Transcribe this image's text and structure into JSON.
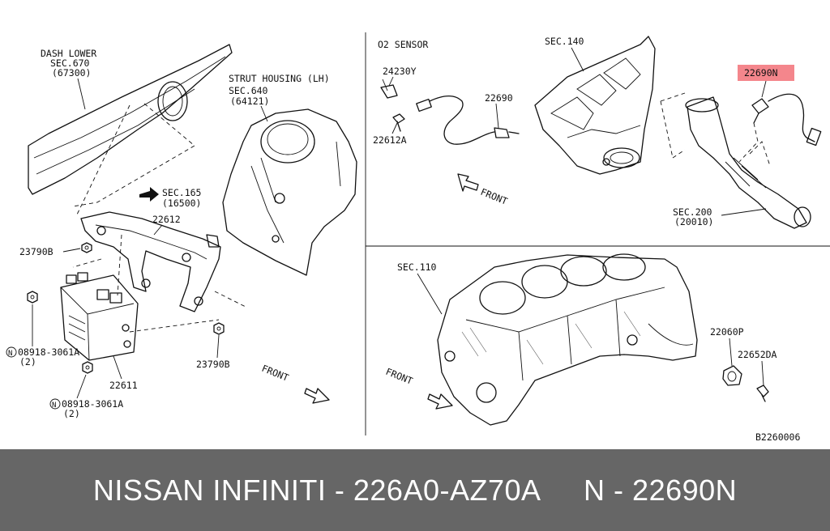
{
  "labels": {
    "dash_lower": "DASH LOWER",
    "sec670": "SEC.670",
    "code67300": "(67300)",
    "strut_housing": "STRUT HOUSING (LH)",
    "sec640": "SEC.640",
    "code64121": "(64121)",
    "sec165": "SEC.165",
    "code16500": "(16500)",
    "p22612": "22612",
    "p23790b_top": "23790B",
    "p08918_a": "08918-3061A",
    "qty2_a": "(2)",
    "p22611": "22611",
    "p08918_b": "08918-3061A",
    "qty2_b": "(2)",
    "p23790b_bottom": "23790B",
    "front_left": "FRONT",
    "o2_sensor": "O2 SENSOR",
    "p24230y": "24230Y",
    "p22612a": "22612A",
    "p22690": "22690",
    "sec140": "SEC.140",
    "p22690n": "22690N",
    "front_top_right": "FRONT",
    "sec200": "SEC.200",
    "code20010": "(20010)",
    "sec110": "SEC.110",
    "front_bottom_right": "FRONT",
    "p22060p": "22060P",
    "p22652da": "22652DA",
    "diagram_code": "B2260006",
    "circled_n": "N"
  },
  "highlight_color": "#f4868c",
  "footer": {
    "brand": "NISSAN INFINITI",
    "separator": " - ",
    "part_number": "226A0-AZ70A",
    "gap": "     ",
    "alt_prefix": "N",
    "alt_separator": " - ",
    "alt_number": "22690N"
  }
}
